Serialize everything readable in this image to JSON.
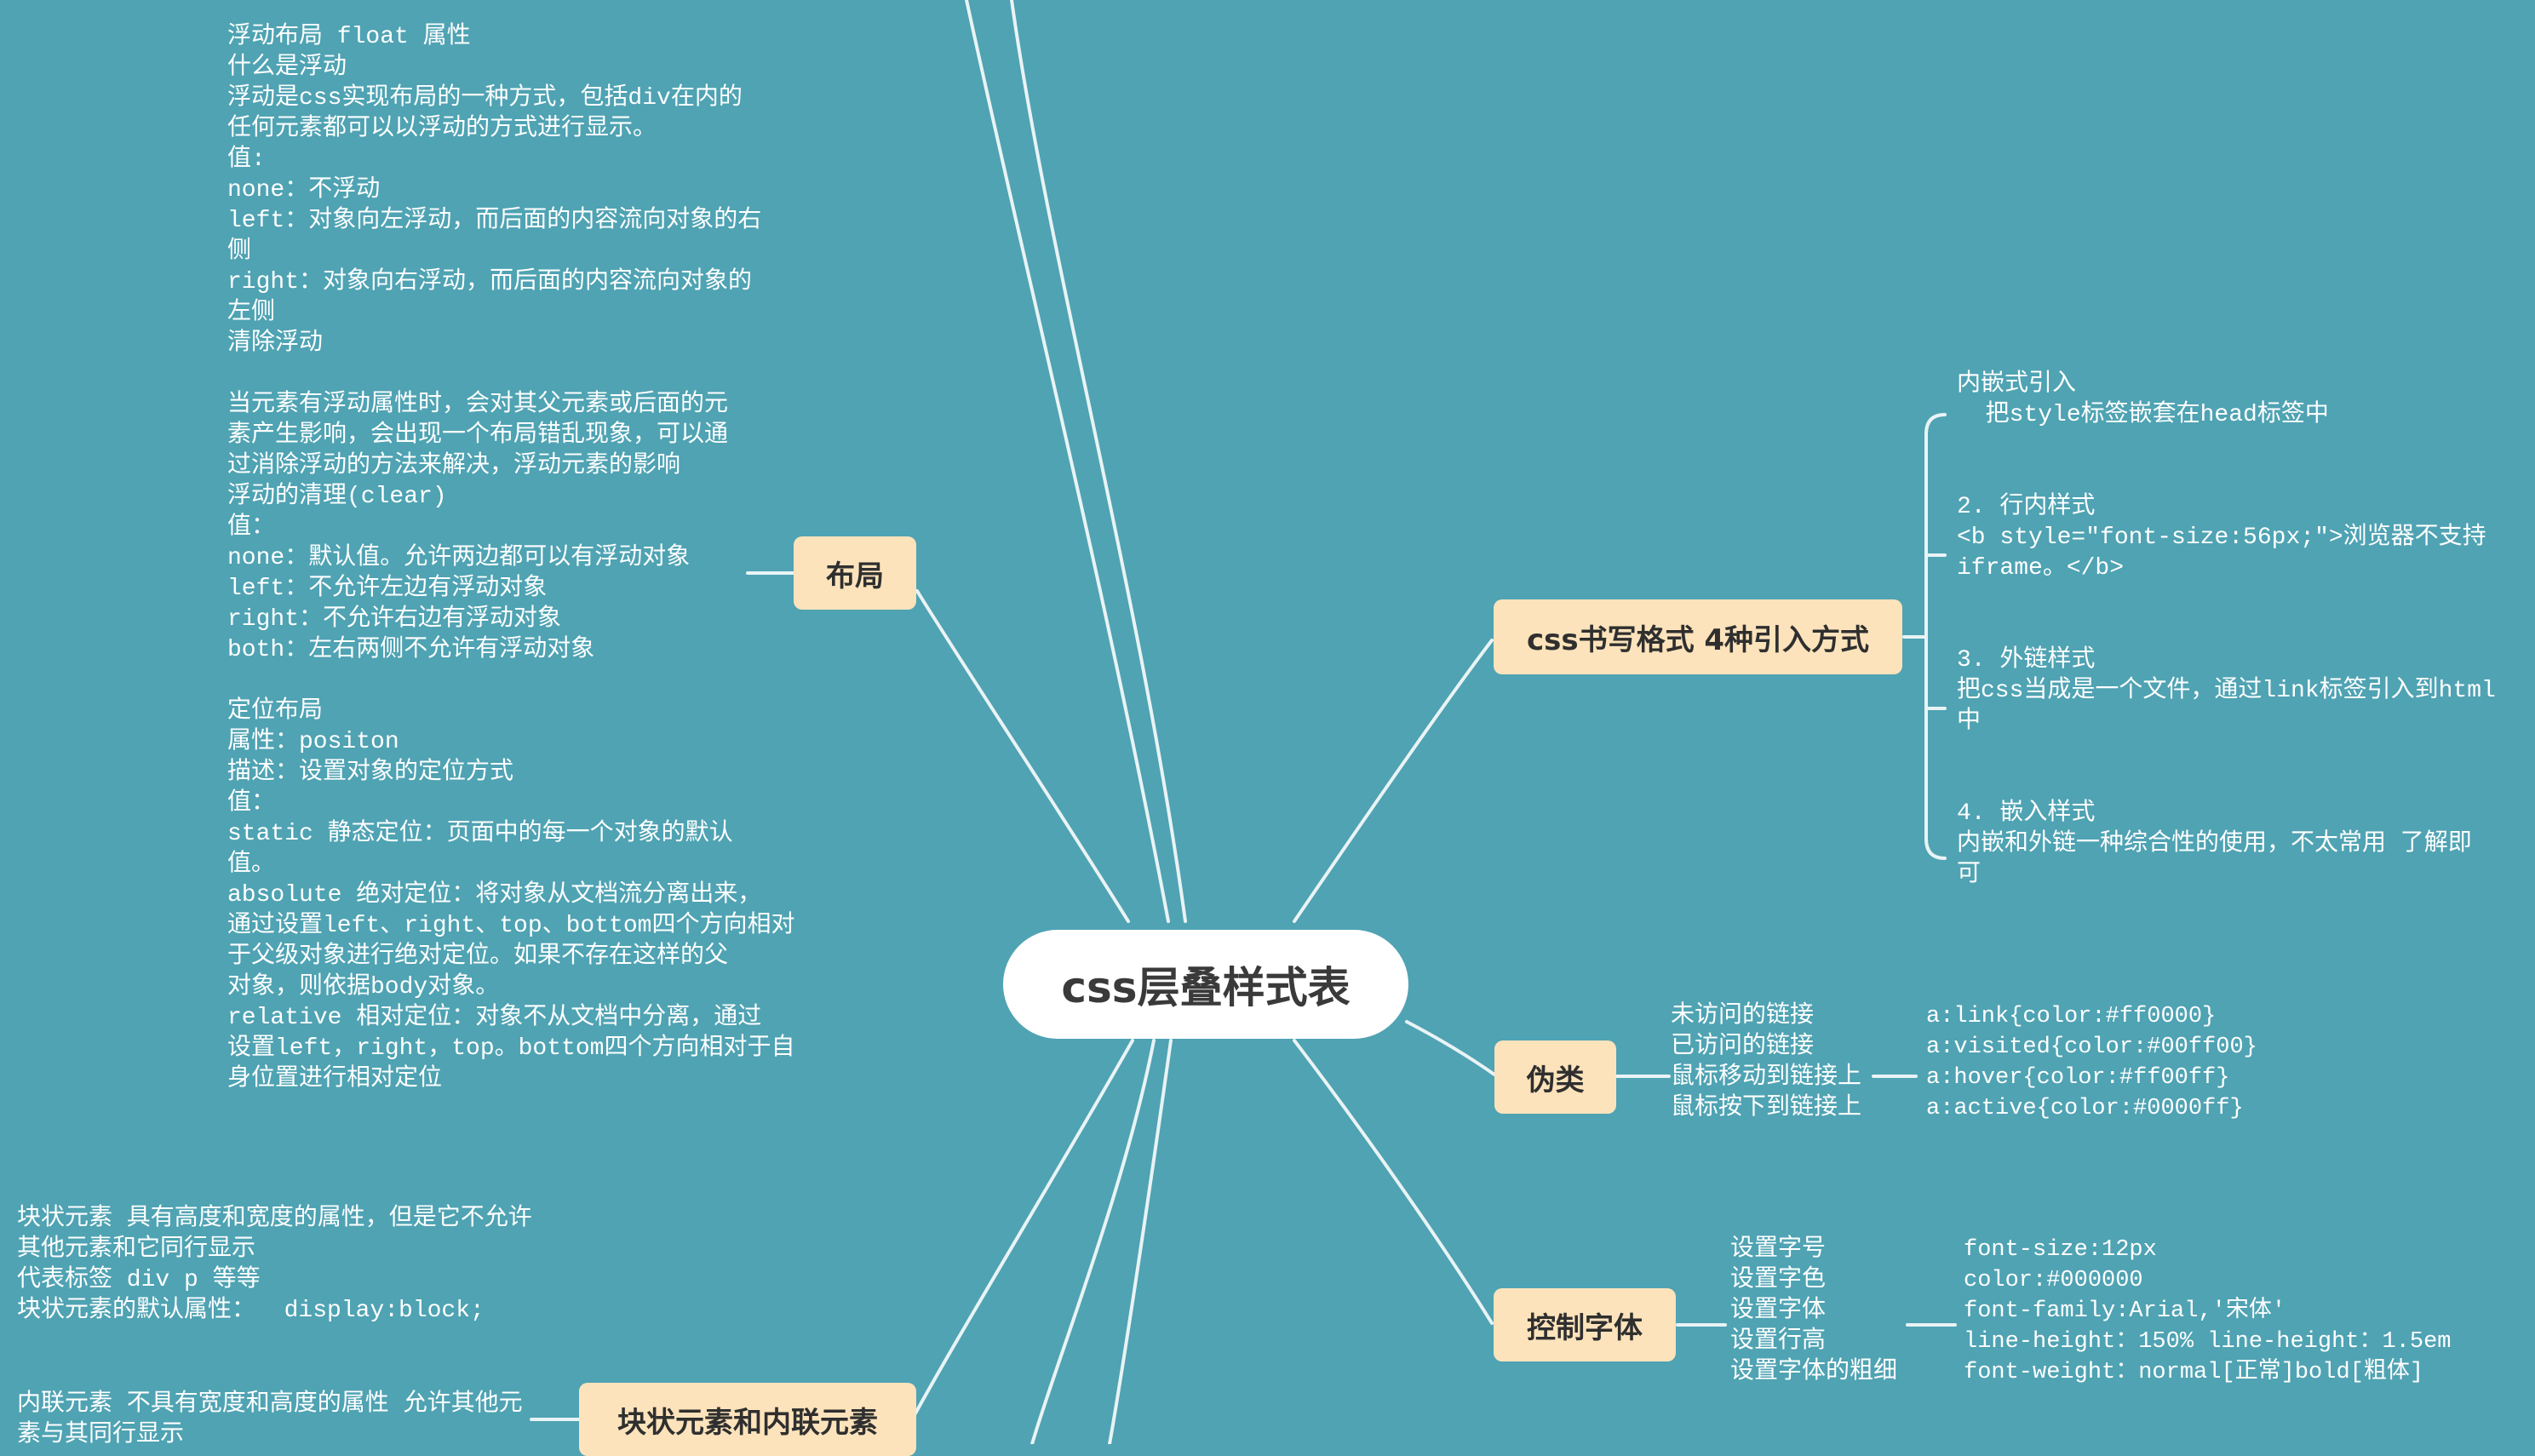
{
  "central": "css层叠样式表",
  "topics": {
    "layout": "布局",
    "css_format": "css书写格式 4种引入方式",
    "pseudo": "伪类",
    "font": "控制字体",
    "block_inline": "块状元素和内联元素"
  },
  "layout_notes": {
    "float_block": "浮动布局 float 属性\n什么是浮动\n浮动是css实现布局的一种方式，包括div在内的\n任何元素都可以以浮动的方式进行显示。\n值:\nnone：不浮动\nleft：对象向左浮动，而后面的内容流向对象的右\n侧\nright：对象向右浮动，而后面的内容流向对象的\n左侧\n清除浮动",
    "clear_block": "当元素有浮动属性时，会对其父元素或后面的元\n素产生影响，会出现一个布局错乱现象，可以通\n过消除浮动的方法来解决，浮动元素的影响\n浮动的清理(clear)\n值：\nnone：默认值。允许两边都可以有浮动对象\nleft：不允许左边有浮动对象\nright：不允许右边有浮动对象\nboth：左右两侧不允许有浮动对象",
    "position_block": "定位布局\n属性：positon\n描述：设置对象的定位方式\n值：\nstatic 静态定位：页面中的每一个对象的默认\n值。\nabsolute 绝对定位：将对象从文档流分离出来，\n通过设置left、right、top、bottom四个方向相对\n于父级对象进行绝对定位。如果不存在这样的父\n对象，则依据body对象。\nrelative 相对定位：对象不从文档中分离，通过\n设置left，right，top。bottom四个方向相对于自\n身位置进行相对定位"
  },
  "block_inline_notes": {
    "block": "块状元素 具有高度和宽度的属性，但是它不允许\n其他元素和它同行显示\n代表标签 div p 等等\n块状元素的默认属性：  display:block;",
    "inline": "内联元素 不具有宽度和高度的属性 允许其他元\n素与其同行显示"
  },
  "css_format_items": [
    "内嵌式引入\n  把style标签嵌套在head标签中",
    "2. 行内样式\n<b style=\"font-size:56px;\">浏览器不支持\niframe。</b>",
    "3. 外链样式\n把css当成是一个文件，通过link标签引入到html\n中",
    "4. 嵌入样式\n内嵌和外链一种综合性的使用，不太常用 了解即\n可"
  ],
  "pseudo_labels": "未访问的链接\n已访问的链接\n鼠标移动到链接上\n鼠标按下到链接上",
  "pseudo_values": "a:link{color:#ff0000}\na:visited{color:#00ff00}\na:hover{color:#ff00ff}\na:active{color:#0000ff}",
  "font_labels": "设置字号\n设置字色\n设置字体\n设置行高\n设置字体的粗细",
  "font_values": "font-size:12px\ncolor:#000000\nfont-family:Arial,'宋体'\nline-height：150% line-height：1.5em\nfont-weight：normal[正常]bold[粗体]",
  "colors": {
    "background": "#4fa3b3",
    "topic_fill": "#fde3bb",
    "central_fill": "#ffffff",
    "text": "#ffffff"
  }
}
